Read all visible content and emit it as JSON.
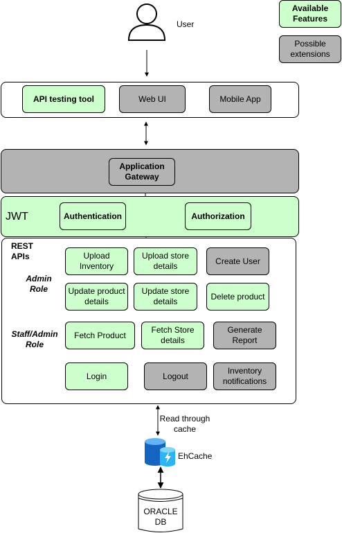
{
  "user": {
    "label": "User"
  },
  "legend": {
    "available": "Available Features",
    "possible": "Possible extensions"
  },
  "clients": {
    "api_testing": "API testing tool",
    "web_ui": "Web UI",
    "mobile_app": "Mobile App"
  },
  "gateway": {
    "label": "Application Gateway"
  },
  "jwt": {
    "label": "JWT",
    "authentication": "Authentication",
    "authorization": "Authorization"
  },
  "rest": {
    "title": "REST APIs",
    "admin_role": "Admin Role",
    "staff_role": "Staff/Admin Role",
    "upload_inventory": "Upload Inventory",
    "upload_store": "Upload store details",
    "create_user": "Create User",
    "update_product": "Update product details",
    "update_store": "Update store details",
    "delete_product": "Delete product",
    "fetch_product": "Fetch Product",
    "fetch_store": "Fetch Store details",
    "generate_report": "Generate Report",
    "login": "Login",
    "logout": "Logout",
    "inventory_notifications": "Inventory notifications"
  },
  "cache": {
    "read_through": "Read through cache",
    "ehcache": "EhCache"
  },
  "db": {
    "label": "ORACLE DB"
  },
  "colors": {
    "available": "#ccffcc",
    "possible": "#b3b3b3",
    "cache_blue": "#1e88e5"
  }
}
